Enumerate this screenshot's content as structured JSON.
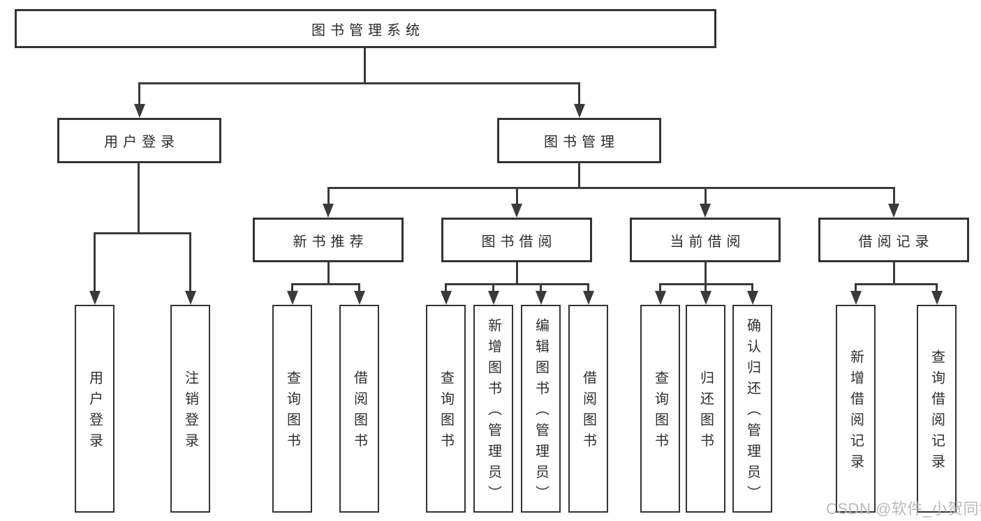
{
  "tree": {
    "label": "图书管理系统",
    "children": [
      {
        "label": "用户登录",
        "children": [
          {
            "label": "用户登录"
          },
          {
            "label": "注销登录"
          }
        ]
      },
      {
        "label": "图书管理",
        "children": [
          {
            "label": "新书推荐",
            "children": [
              {
                "label": "查询图书"
              },
              {
                "label": "借阅图书"
              }
            ]
          },
          {
            "label": "图书借阅",
            "children": [
              {
                "label": "查询图书"
              },
              {
                "label": "新增图书（管理员）"
              },
              {
                "label": "编辑图书（管理员）"
              },
              {
                "label": "借阅图书"
              }
            ]
          },
          {
            "label": "当前借阅",
            "children": [
              {
                "label": "查询图书"
              },
              {
                "label": "归还图书"
              },
              {
                "label": "确认归还（管理员）"
              }
            ]
          },
          {
            "label": "借阅记录",
            "children": [
              {
                "label": "新增借阅记录"
              },
              {
                "label": "查询借阅记录"
              }
            ]
          }
        ]
      }
    ]
  },
  "watermark": "CSDN @软件_小贺同学",
  "colors": {
    "background": "#ffffff",
    "box_border": "#333333",
    "line": "#3a3a3a",
    "text": "#2d2d2d",
    "watermark": "#b5b5b5"
  }
}
